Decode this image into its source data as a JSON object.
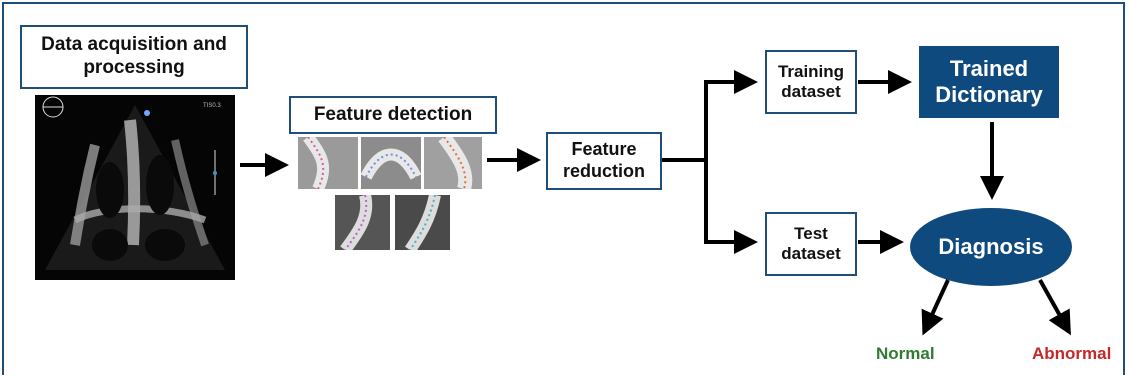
{
  "diagram": {
    "acquisition": "Data acquisition and processing",
    "feature_detection": "Feature detection",
    "feature_reduction": "Feature reduction",
    "training_dataset": "Training dataset",
    "test_dataset": "Test dataset",
    "trained_dictionary": "Trained Dictionary",
    "diagnosis": "Diagnosis",
    "normal": "Normal",
    "abnormal": "Abnormal"
  },
  "echo_image": {
    "scale_label": "TIS0.3"
  },
  "colors": {
    "border": "#1f4e79",
    "dark_fill": "#0e4a7e",
    "normal": "#2e7d32",
    "abnormal": "#c62828"
  }
}
